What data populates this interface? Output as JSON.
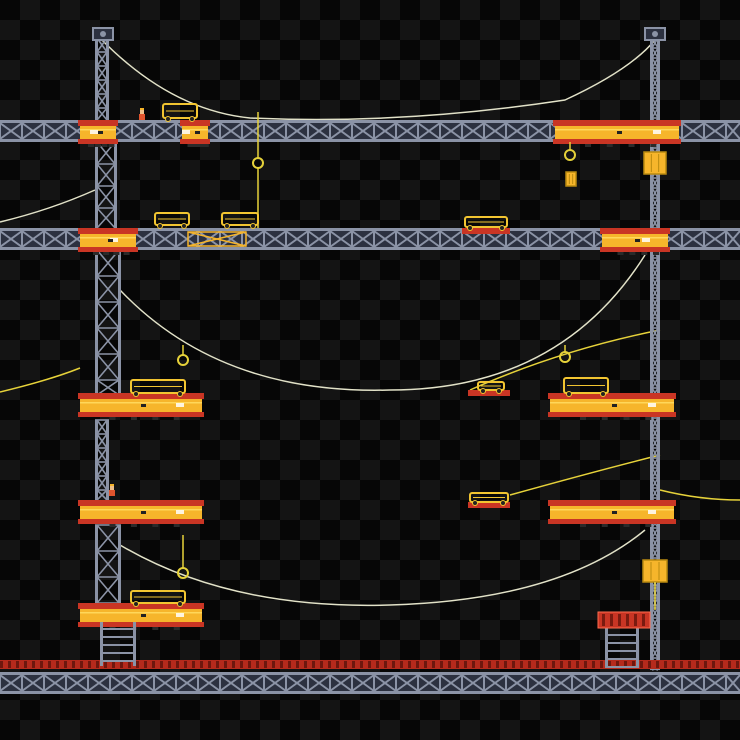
{
  "scene": {
    "kind": "pixel-art construction site level",
    "palette": {
      "background": "#050505",
      "background_tile": "#151515",
      "girder_steel": "#8b93a6",
      "girder_dark": "#2c3140",
      "platform_yellow": "#f6b52b",
      "platform_red": "#c93524",
      "platform_trim": "#ffd75a",
      "cable": "#e2e2c8",
      "cable_yellow": "#e6d23a",
      "vehicle_outline": "#f2c531",
      "conveyor_red": "#b52a1c"
    },
    "objects": {
      "girder_beams": 3,
      "towers": 6,
      "lift_platforms": 10,
      "cables": 8,
      "hooks": 5,
      "counterweights": 3,
      "carts": 8,
      "workers": 2,
      "stairs": 2
    }
  }
}
